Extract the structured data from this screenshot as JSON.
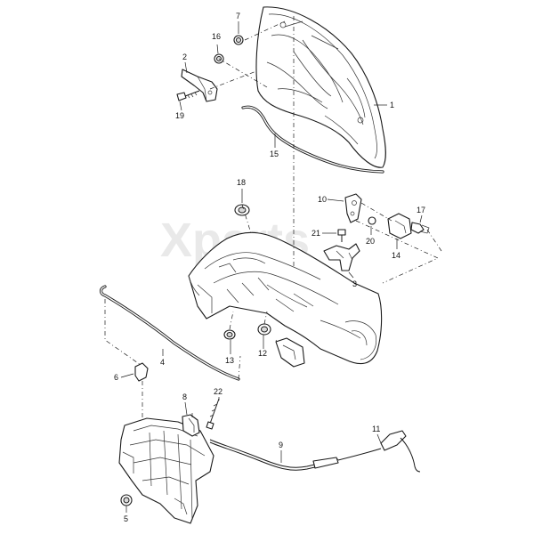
{
  "watermark": "Xparts",
  "callouts": [
    "1",
    "2",
    "3",
    "4",
    "5",
    "6",
    "7",
    "8",
    "9",
    "10",
    "11",
    "12",
    "13",
    "14",
    "15",
    "16",
    "17",
    "18",
    "19",
    "20",
    "21",
    "22"
  ],
  "colors": {
    "line": "#1a1a1a",
    "watermark": "#e9e9e9",
    "shade": "#d9d9d9"
  }
}
